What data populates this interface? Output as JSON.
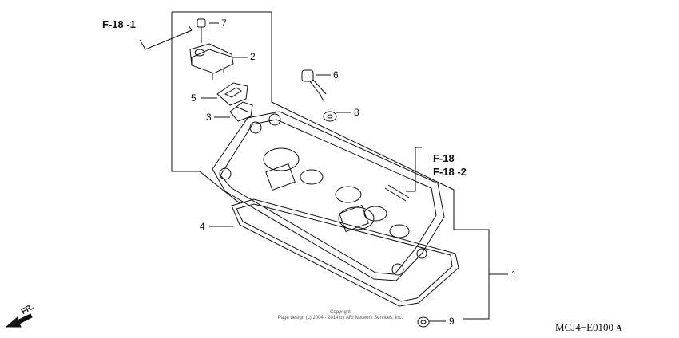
{
  "refs": {
    "f18_1": "F-18 -1",
    "f18": "F-18",
    "f18_2": "F-18 -2"
  },
  "parts": [
    {
      "num": "1"
    },
    {
      "num": "2"
    },
    {
      "num": "3"
    },
    {
      "num": "4"
    },
    {
      "num": "5"
    },
    {
      "num": "6"
    },
    {
      "num": "7"
    },
    {
      "num": "8"
    },
    {
      "num": "9"
    }
  ],
  "copyright": {
    "line1": "Copyright",
    "line2": "Page design (c) 2004 - 2014 by ARI Network Services, Inc."
  },
  "diagram_code": "MCJ4−E0100",
  "diagram_code_suffix": "A",
  "front_marker": "FR."
}
